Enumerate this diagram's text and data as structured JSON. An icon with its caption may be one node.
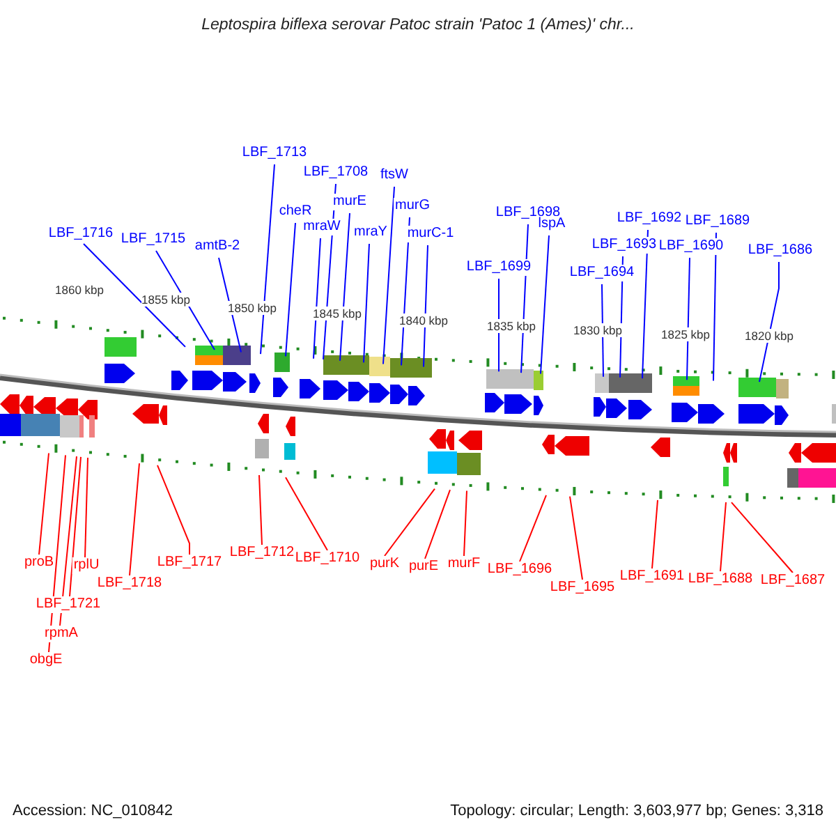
{
  "diagram": {
    "title": "Leptospira biflexa serovar Patoc strain 'Patoc 1 (Ames)' chr...",
    "nodes": [
      {
        "text": [
          "LBF_1716"
        ]
      },
      {
        "text": [
          "LBF_1715"
        ]
      },
      {
        "text": [
          "amtB-2"
        ]
      },
      {
        "text": [
          "LBF_1713"
        ]
      },
      {
        "text": [
          "cheR"
        ]
      },
      {
        "text": [
          "mraW"
        ]
      },
      {
        "text": [
          "LBF_1708"
        ]
      },
      {
        "text": [
          "murE"
        ]
      },
      {
        "text": [
          "mraY"
        ]
      },
      {
        "text": [
          "ftsW"
        ]
      },
      {
        "text": [
          "murG"
        ]
      },
      {
        "text": [
          "murC-1"
        ]
      },
      {
        "text": [
          "LBF_1699"
        ]
      },
      {
        "text": [
          "LBF_1698"
        ]
      },
      {
        "text": [
          "lspA"
        ]
      },
      {
        "text": [
          "LBF_1694"
        ]
      },
      {
        "text": [
          "LBF_1693"
        ]
      },
      {
        "text": [
          "LBF_1692"
        ]
      },
      {
        "text": [
          "LBF_1690"
        ]
      },
      {
        "text": [
          "LBF_1689"
        ]
      },
      {
        "text": [
          "LBF_1686"
        ]
      },
      {
        "text": [
          "proB"
        ]
      },
      {
        "text": [
          "rplU"
        ]
      },
      {
        "text": [
          "LBF_1721"
        ]
      },
      {
        "text": [
          "rpmA"
        ]
      },
      {
        "text": [
          "obgE"
        ]
      },
      {
        "text": [
          "LBF_1718"
        ]
      },
      {
        "text": [
          "LBF_1717"
        ]
      },
      {
        "text": [
          "LBF_1712"
        ]
      },
      {
        "text": [
          "LBF_1710"
        ]
      },
      {
        "text": [
          "purK"
        ]
      },
      {
        "text": [
          "purE"
        ]
      },
      {
        "text": [
          "murF"
        ]
      },
      {
        "text": [
          "LBF_1696"
        ]
      },
      {
        "text": [
          "LBF_1695"
        ]
      },
      {
        "text": [
          "LBF_1691"
        ]
      },
      {
        "text": [
          "LBF_1688"
        ]
      },
      {
        "text": [
          "LBF_1687"
        ]
      }
    ],
    "edges": [
      {
        "from": 0,
        "to": null,
        "arrow": "none"
      },
      {
        "from": 1,
        "to": null,
        "arrow": "none"
      },
      {
        "from": 2,
        "to": null,
        "arrow": "none"
      },
      {
        "from": 3,
        "to": null,
        "arrow": "none"
      },
      {
        "from": 4,
        "to": null,
        "arrow": "none"
      },
      {
        "from": 5,
        "to": null,
        "arrow": "none"
      },
      {
        "from": 6,
        "to": null,
        "arrow": "none"
      },
      {
        "from": 7,
        "to": null,
        "arrow": "none"
      },
      {
        "from": 8,
        "to": null,
        "arrow": "none"
      },
      {
        "from": 9,
        "to": null,
        "arrow": "none"
      },
      {
        "from": 10,
        "to": null,
        "arrow": "none"
      },
      {
        "from": 11,
        "to": null,
        "arrow": "none"
      },
      {
        "from": 12,
        "to": null,
        "arrow": "none"
      },
      {
        "from": 13,
        "to": null,
        "arrow": "none"
      },
      {
        "from": 14,
        "to": null,
        "arrow": "none"
      },
      {
        "from": 15,
        "to": null,
        "arrow": "none"
      },
      {
        "from": 16,
        "to": null,
        "arrow": "none"
      },
      {
        "from": 17,
        "to": null,
        "arrow": "none"
      },
      {
        "from": 18,
        "to": null,
        "arrow": "none"
      },
      {
        "from": 19,
        "to": null,
        "arrow": "none"
      },
      {
        "from": 20,
        "to": null,
        "arrow": "none"
      },
      {
        "from": 21,
        "to": null,
        "arrow": "none",
        "color": "#ff0000"
      },
      {
        "from": 22,
        "to": null,
        "arrow": "none",
        "color": "#ff0000"
      },
      {
        "from": 23,
        "to": null,
        "arrow": "none",
        "color": "#ff0000"
      },
      {
        "from": 24,
        "to": null,
        "arrow": "none",
        "color": "#ff0000"
      },
      {
        "from": 25,
        "to": null,
        "arrow": "none",
        "color": "#ff0000"
      },
      {
        "from": 26,
        "to": null,
        "arrow": "none",
        "color": "#ff0000"
      },
      {
        "from": 27,
        "to": null,
        "arrow": "none",
        "color": "#ff0000"
      },
      {
        "from": 28,
        "to": null,
        "arrow": "none",
        "color": "#ff0000"
      },
      {
        "from": 29,
        "to": null,
        "arrow": "none",
        "color": "#ff0000"
      },
      {
        "from": 30,
        "to": null,
        "arrow": "none",
        "color": "#ff0000"
      },
      {
        "from": 31,
        "to": null,
        "arrow": "none",
        "color": "#ff0000"
      },
      {
        "from": 32,
        "to": null,
        "arrow": "none",
        "color": "#ff0000"
      },
      {
        "from": 33,
        "to": null,
        "arrow": "none",
        "color": "#ff0000"
      },
      {
        "from": 34,
        "to": null,
        "arrow": "none",
        "color": "#ff0000"
      },
      {
        "from": 35,
        "to": null,
        "arrow": "none",
        "color": "#ff0000"
      },
      {
        "from": 36,
        "to": null,
        "arrow": "none",
        "color": "#ff0000"
      },
      {
        "from": 37,
        "to": null,
        "arrow": "none",
        "color": "#ff0000"
      }
    ],
    "labels": [
      "1860 kbp",
      "1855 kbp",
      "1850 kbp",
      "1845 kbp",
      "1840 kbp",
      "1835 kbp",
      "1830 kbp",
      "1825 kbp",
      "1820 kbp",
      "Accession: NC_010842",
      "Topology: circular; Length: 3,603,977 bp; Genes: 3,318"
    ]
  }
}
